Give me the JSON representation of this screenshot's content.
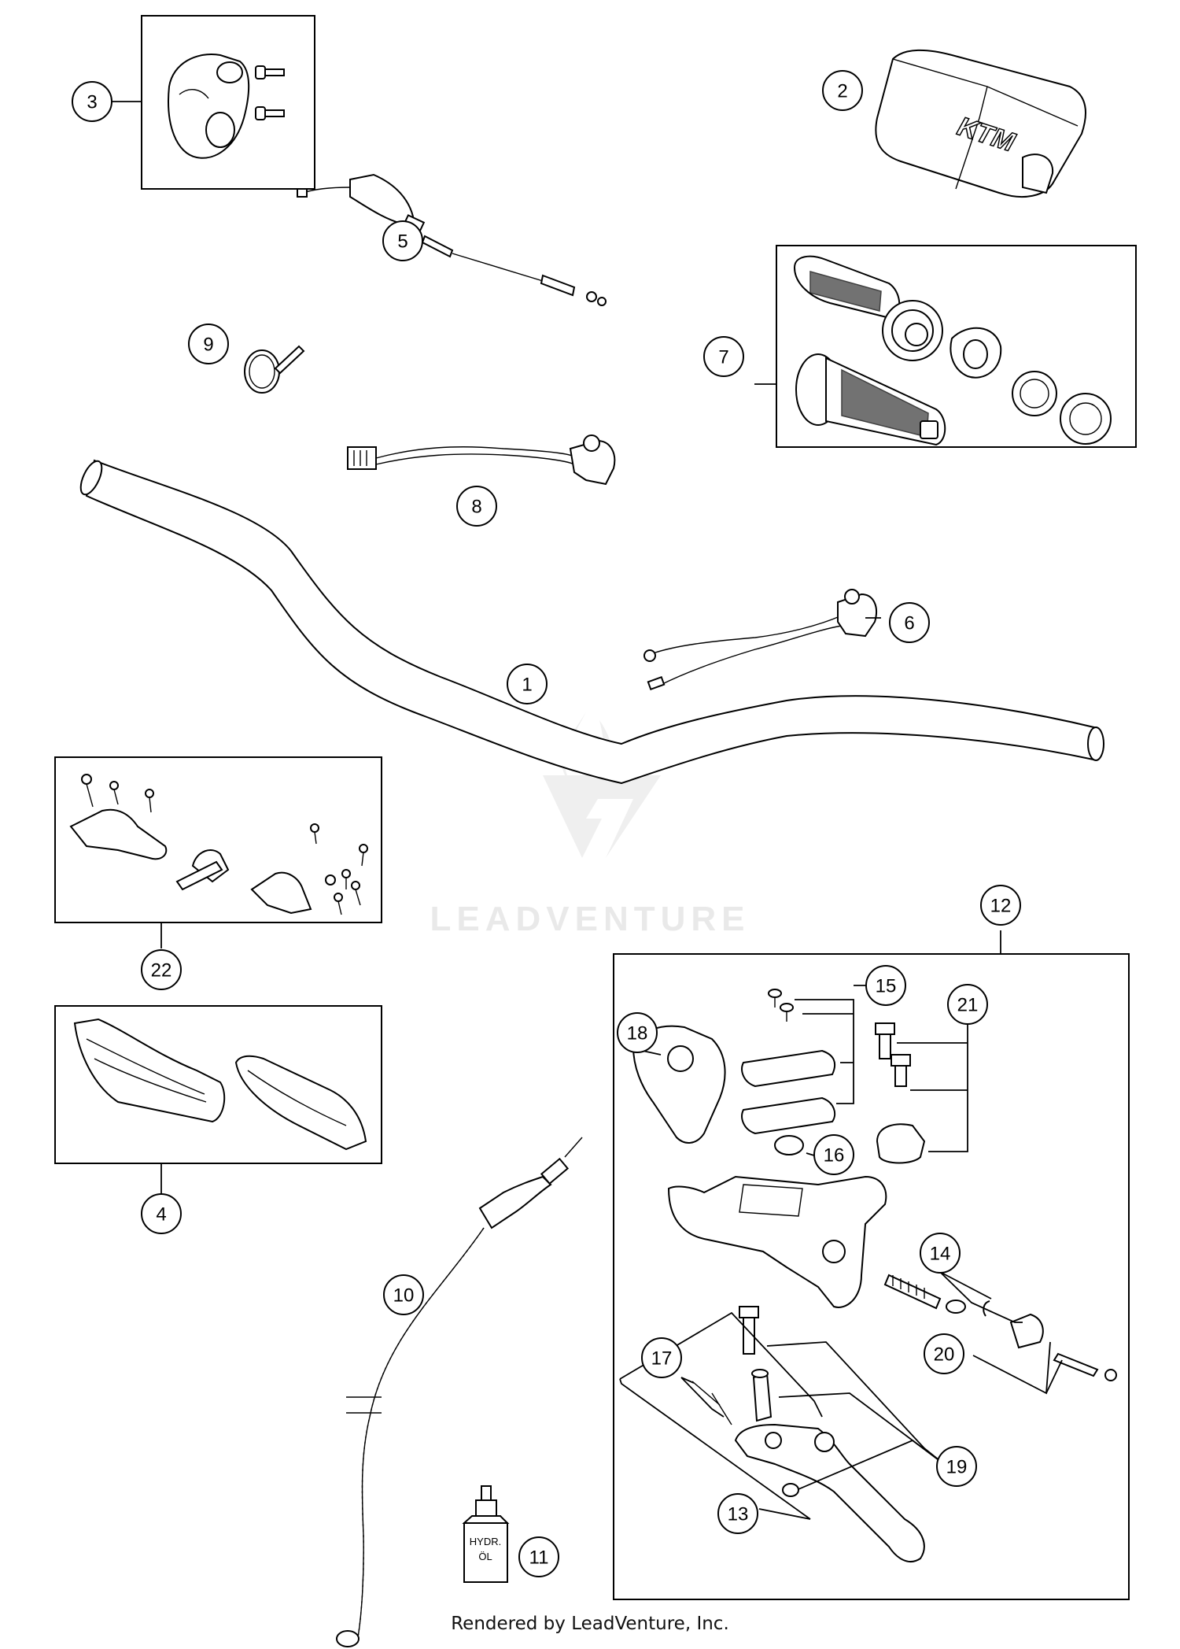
{
  "diagram": {
    "callouts": [
      {
        "id": "c1",
        "label": "1"
      },
      {
        "id": "c2",
        "label": "2"
      },
      {
        "id": "c3",
        "label": "3"
      },
      {
        "id": "c4",
        "label": "4"
      },
      {
        "id": "c5",
        "label": "5"
      },
      {
        "id": "c6",
        "label": "6"
      },
      {
        "id": "c7",
        "label": "7"
      },
      {
        "id": "c8",
        "label": "8"
      },
      {
        "id": "c9",
        "label": "9"
      },
      {
        "id": "c10",
        "label": "10"
      },
      {
        "id": "c11",
        "label": "11"
      },
      {
        "id": "c12",
        "label": "12"
      },
      {
        "id": "c13",
        "label": "13"
      },
      {
        "id": "c14",
        "label": "14"
      },
      {
        "id": "c15",
        "label": "15"
      },
      {
        "id": "c16",
        "label": "16"
      },
      {
        "id": "c17",
        "label": "17"
      },
      {
        "id": "c18",
        "label": "18"
      },
      {
        "id": "c19",
        "label": "19"
      },
      {
        "id": "c20",
        "label": "20"
      },
      {
        "id": "c21",
        "label": "21"
      },
      {
        "id": "c22",
        "label": "22"
      }
    ],
    "handguard_logo": "KTM",
    "bottle_label_line1": "HYDR.",
    "bottle_label_line2": "ÖL",
    "watermark": "LEADVENTURE"
  },
  "footer": {
    "text": "Rendered by LeadVenture, Inc."
  }
}
